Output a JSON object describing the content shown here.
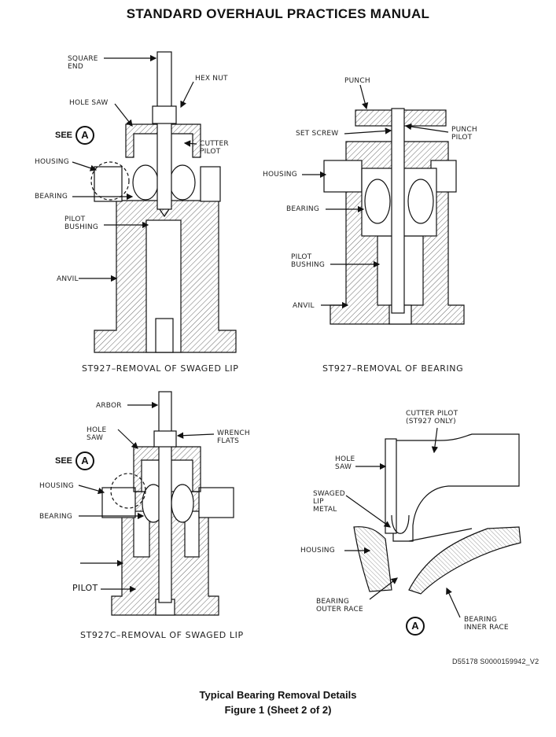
{
  "header": {
    "title": "STANDARD OVERHAUL PRACTICES MANUAL"
  },
  "fig1": {
    "square_end": "SQUARE\nEND",
    "hex_nut": "HEX NUT",
    "hole_saw": "HOLE SAW",
    "see": "SEE",
    "detail": "A",
    "cutter_pilot": "CUTTER\nPILOT",
    "housing": "HOUSING",
    "bearing": "BEARING",
    "pilot_bushing": "PILOT\nBUSHING",
    "anvil": "ANVIL",
    "caption": "ST927–REMOVAL OF SWAGED LIP"
  },
  "fig2": {
    "punch": "PUNCH",
    "set_screw": "SET SCREW",
    "punch_pilot": "PUNCH\nPILOT",
    "housing": "HOUSING",
    "bearing": "BEARING",
    "pilot_bushing": "PILOT\nBUSHING",
    "anvil": "ANVIL",
    "caption": "ST927–REMOVAL OF BEARING"
  },
  "fig3": {
    "arbor": "ARBOR",
    "hole_saw": "HOLE\nSAW",
    "wrench_flats": "WRENCH\nFLATS",
    "see": "SEE",
    "detail": "A",
    "housing": "HOUSING",
    "bearing": "BEARING",
    "pilot": "PILOT",
    "caption": "ST927C–REMOVAL OF SWAGED LIP"
  },
  "fig4": {
    "cutter_pilot": "CUTTER PILOT\n(ST927 ONLY)",
    "hole_saw": "HOLE\nSAW",
    "swaged_lip": "SWAGED\nLIP\nMETAL",
    "housing": "HOUSING",
    "outer_race": "BEARING\nOUTER RACE",
    "inner_race": "BEARING\nINNER RACE",
    "detail": "A"
  },
  "reference": "D55178 S0000159942_V2",
  "figure": {
    "title": "Typical Bearing Removal Details",
    "sheet": "Figure 1  (Sheet 2 of 2)"
  }
}
